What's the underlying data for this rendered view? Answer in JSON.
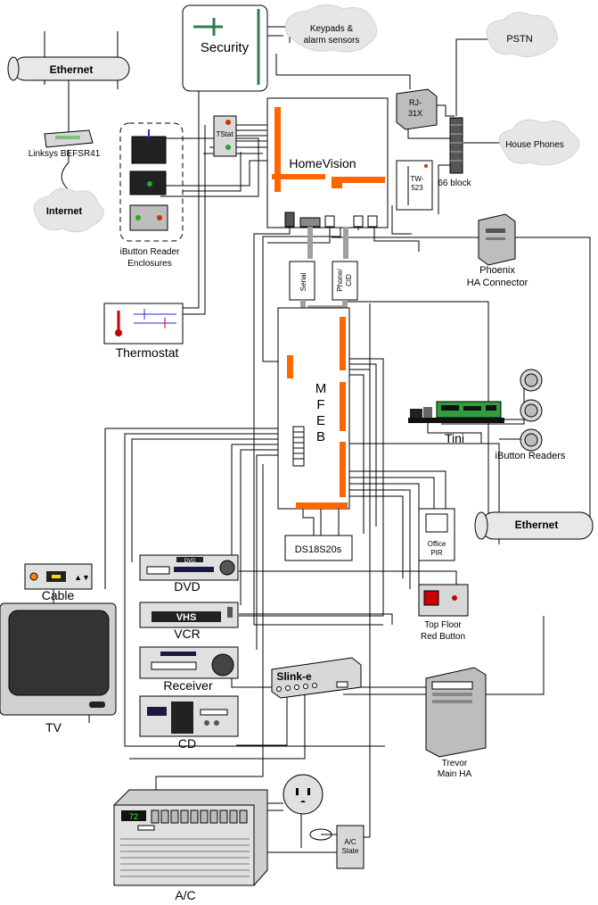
{
  "labels": {
    "ethernet_top": "Ethernet",
    "linksys": "Linksys BEFSR41",
    "internet": "Internet",
    "security": "Security",
    "keypads": "Keypads &",
    "alarm_sensors": "alarm sensors",
    "pstn": "PSTN",
    "rj31x_1": "RJ-",
    "rj31x_2": "31X",
    "house_phones": "House Phones",
    "tstat": "TStat",
    "homevision": "HomeVision",
    "tw523_1": "TW-",
    "tw523_2": "523",
    "block66": "66 block",
    "ibutton_enclosures_1": "iButton Reader",
    "ibutton_enclosures_2": "Enclosures",
    "phoenix_1": "Phoenix",
    "phoenix_2": "HA Connector",
    "serial": "Serial",
    "phone_cid_1": "Phone/",
    "phone_cid_2": "CID",
    "thermostat": "Thermostat",
    "mfeb_m": "M",
    "mfeb_f": "F",
    "mfeb_e": "E",
    "mfeb_b": "B",
    "tini": "Tini",
    "ibutton_readers": "iButton Readers",
    "ethernet_right": "Ethernet",
    "office_pir_1": "Office",
    "office_pir_2": "PIR",
    "ds18s20s": "DS18S20s",
    "cable": "Cable",
    "dvd": "DVD",
    "dvd_panel": "DVD",
    "vcr": "VCR",
    "vhs_panel": "VHS",
    "receiver": "Receiver",
    "tv": "TV",
    "cd": "CD",
    "slinke": "Slink-e",
    "top_floor_1": "Top Floor",
    "top_floor_2": "Red Button",
    "trevor_1": "Trevor",
    "trevor_2": "Main HA",
    "ac": "A/C",
    "ac_display": "72",
    "ac_state_1": "A/C",
    "ac_state_2": "State"
  },
  "colors": {
    "bus": "#ff6600",
    "cloud": "#e6e6e6",
    "security_bar": "#2e7d4f",
    "tini_board": "#2e9e3e",
    "red_button": "#cc0000"
  }
}
